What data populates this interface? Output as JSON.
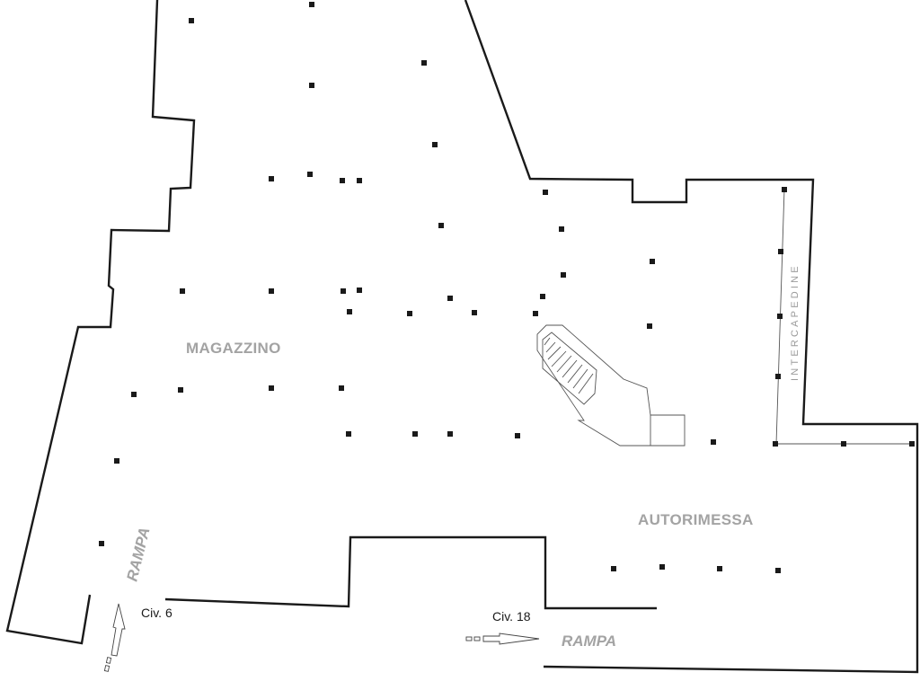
{
  "labels": {
    "storage": "MAGAZZINO",
    "garage": "AUTORIMESSA",
    "gap": "INTERCAPEDINE",
    "ramp_left": "RAMPA",
    "ramp_right": "RAMPA",
    "civ_left": "Civ. 6",
    "civ_right": "Civ. 18"
  },
  "colors": {
    "wall": "#1a1a1a",
    "label_gray": "#a3a3a3",
    "background": "#ffffff"
  },
  "icons": {
    "ramp_left_arrow": "arrow-up-icon",
    "ramp_right_arrow": "arrow-right-icon",
    "stairs": "staircase-icon"
  }
}
